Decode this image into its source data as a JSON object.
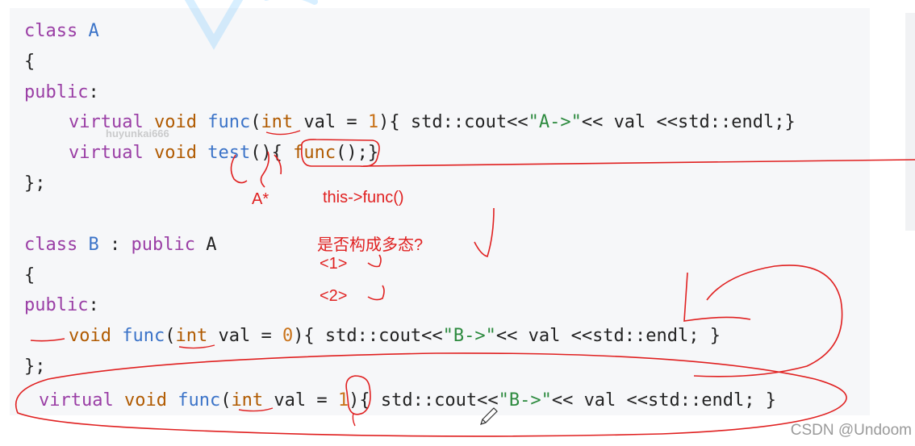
{
  "code": {
    "class_a": {
      "kw_class": "class",
      "name": "A",
      "open_brace": "{",
      "kw_public": "public",
      "colon": ":",
      "line_func": {
        "kw_virtual": "virtual",
        "kw_void": "void",
        "fn": "func",
        "open": "(",
        "kw_int": "int",
        "param": " val = ",
        "default": "1",
        "rest1": "){ std::cout<<",
        "str": "\"A->\"",
        "rest2": "<< val <<std::endl;}"
      },
      "line_test": {
        "kw_virtual": "virtual",
        "kw_void": "void",
        "fn": "test",
        "mid": "(){ ",
        "call": "func",
        "tail": "();}"
      },
      "close": "};"
    },
    "class_b": {
      "kw_class": "class",
      "name": "B",
      "inherit_sep": " : ",
      "kw_public": "public",
      "base": " A",
      "open_brace": "{",
      "kw_public2": "public",
      "colon": ":",
      "line_func": {
        "kw_void": "void",
        "fn": "func",
        "open": "(",
        "kw_int": "int",
        "param": " val = ",
        "default": "0",
        "rest1": "){ std::cout<<",
        "str": "\"B->\"",
        "rest2": "<< val <<std::endl; }"
      },
      "close": "};"
    },
    "effective_line": {
      "kw_virtual": "virtual",
      "kw_void": "void",
      "fn": "func",
      "open": "(",
      "kw_int": "int",
      "param": " val = ",
      "default": "1",
      "rest1": "){ std::cout<<",
      "str": "\"B->\"",
      "rest2": "<< val <<std::endl; }"
    }
  },
  "annotations": {
    "a_ptr": "A*",
    "this_call": "this->func()",
    "question": "是否构成多态?",
    "item1": "<1>",
    "item2": "<2>"
  },
  "watermarks": {
    "user": "huyunkai666",
    "site": "CSDN @Undoom"
  },
  "colors": {
    "panel_bg": "#f6f7f9",
    "keyword": "#9a3ea5",
    "type": "#b05a00",
    "function": "#3b73c8",
    "string": "#2c8a3e",
    "number": "#c9731a",
    "annotation_red": "#e02020"
  }
}
